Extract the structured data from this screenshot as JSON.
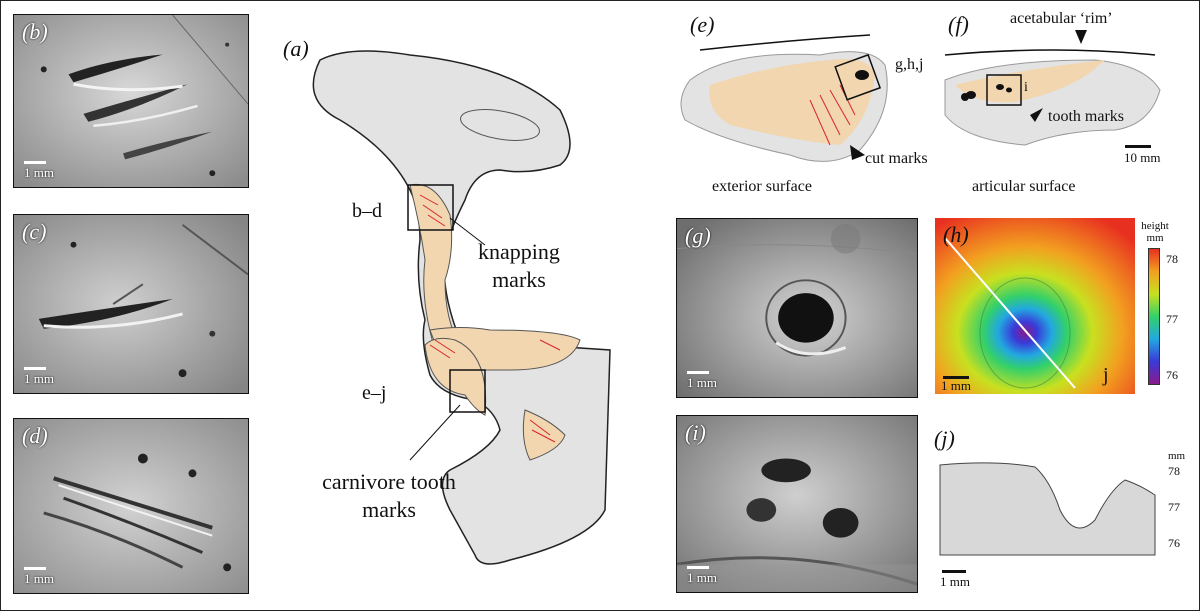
{
  "panels": {
    "a": {
      "label": "(a)",
      "box_bd": "b–d",
      "box_ej": "e–j",
      "knapping": [
        "knapping",
        "marks"
      ],
      "carnivore": [
        "carnivore tooth",
        "marks"
      ]
    },
    "b": {
      "label": "(b)",
      "scale": "1 mm"
    },
    "c": {
      "label": "(c)",
      "scale": "1 mm"
    },
    "d": {
      "label": "(d)",
      "scale": "1 mm"
    },
    "e": {
      "label": "(e)",
      "box": "g,h,j",
      "cut": "cut marks",
      "surface": "exterior surface"
    },
    "f": {
      "label": "(f)",
      "rim": "acetabular ‘rim’",
      "box": "i",
      "tooth": "tooth marks",
      "scale": "10 mm",
      "surface": "articular surface"
    },
    "g": {
      "label": "(g)",
      "scale": "1 mm"
    },
    "h": {
      "label": "(h)",
      "legend_title": [
        "height",
        "mm"
      ],
      "ticks": [
        "78",
        "77",
        "76"
      ],
      "line_label": "j",
      "scale": "1 mm"
    },
    "i": {
      "label": "(i)",
      "scale": "1 mm"
    },
    "j": {
      "label": "(j)",
      "unit": "mm",
      "ticks": [
        "78",
        "77",
        "76"
      ],
      "scale": "1 mm"
    }
  },
  "colors": {
    "bone": "#f2d6b0",
    "bone_grey": "#e3e3e3",
    "cut": "#d8242a",
    "outline": "#222222"
  }
}
